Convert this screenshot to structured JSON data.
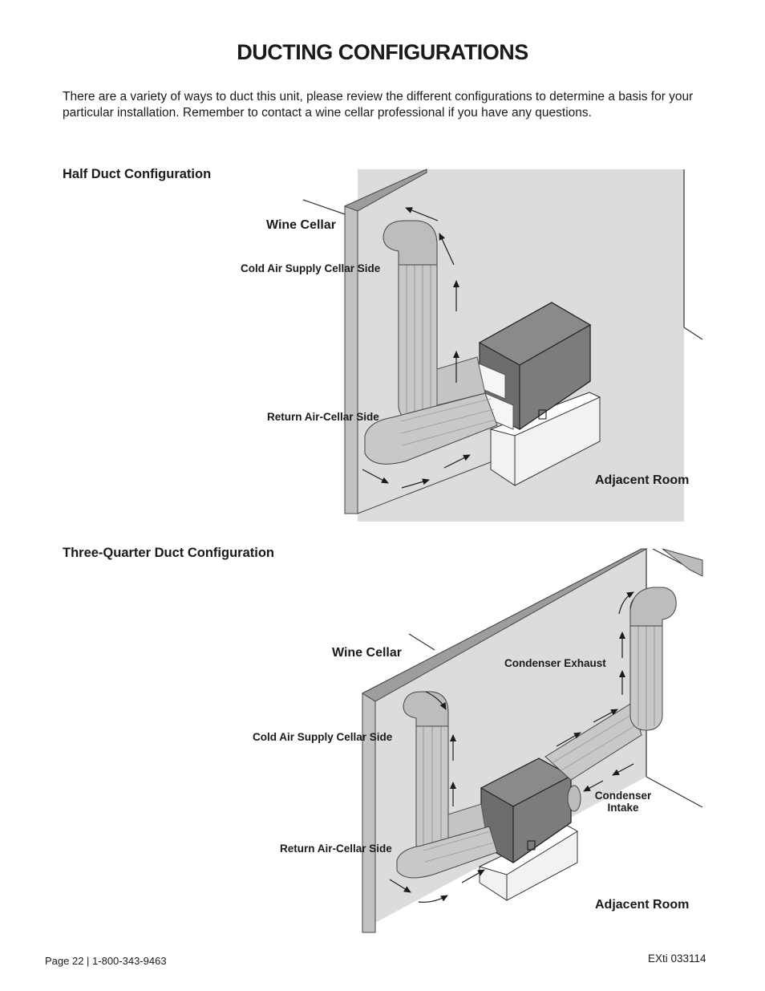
{
  "page_title": "DUCTING CONFIGURATIONS",
  "intro_text": "There are a variety of ways to duct this unit, please review the different configurations to determine a basis for your particular installation. Remember to contact a wine cellar professional if you have any questions.",
  "sections": [
    {
      "title": "Half Duct Configuration",
      "labels": {
        "wine_cellar": "Wine Cellar",
        "cold_air": "Cold Air Supply Cellar Side",
        "return_air": "Return Air-Cellar Side",
        "adjacent_room": "Adjacent Room"
      }
    },
    {
      "title": "Three-Quarter Duct Configuration",
      "labels": {
        "wine_cellar": "Wine Cellar",
        "condenser_exhaust": "Condenser Exhaust",
        "cold_air": "Cold Air Supply Cellar Side",
        "condenser_intake_line1": "Condenser",
        "condenser_intake_line2": "Intake",
        "return_air": "Return Air-Cellar Side",
        "adjacent_room": "Adjacent Room"
      }
    }
  ],
  "footer": {
    "page_info": "Page 22 | 1-800-343-9463",
    "doc_code": "EXti 033114"
  }
}
